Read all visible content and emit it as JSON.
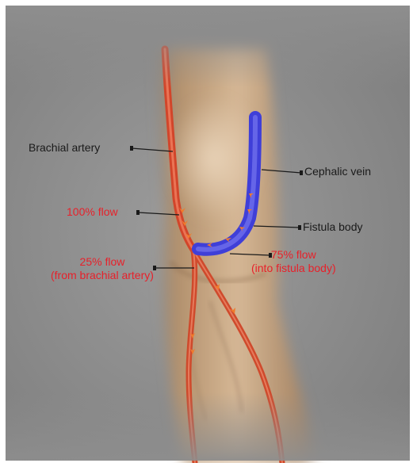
{
  "labels": {
    "brachial_artery": "Brachial artery",
    "cephalic_vein": "Cephalic vein",
    "fistula_body": "Fistula body",
    "flow_100": "100% flow",
    "flow_75_line1": "75% flow",
    "flow_75_line2": "(into fistula body)",
    "flow_25_line1": "25% flow",
    "flow_25_line2": "(from brachial artery)"
  },
  "colors": {
    "artery": "#e8502a",
    "vein": "#4a4ae0",
    "label_red": "#e8202a",
    "label_black": "#1a1a1a",
    "background": "#8e8e8e",
    "skin": "#c8a57e"
  }
}
